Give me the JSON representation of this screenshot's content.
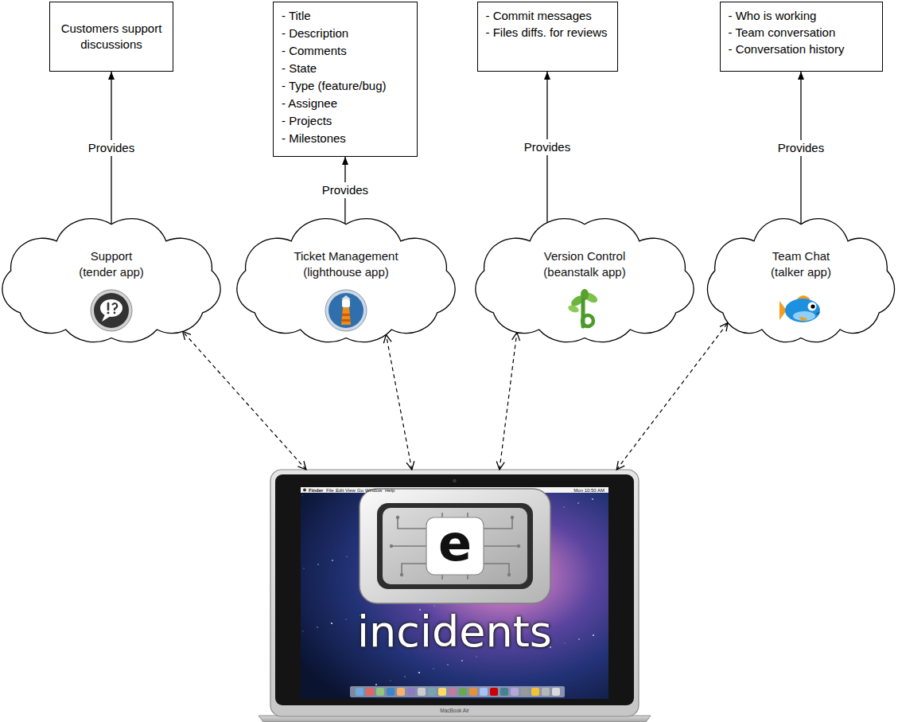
{
  "diagram": {
    "nodes": [
      {
        "text": [
          "Customers support discussions"
        ]
      },
      {
        "text": [
          "- Title",
          "- Description",
          "- Comments",
          "- State",
          "- Type (feature/bug)",
          "- Assignee",
          "- Projects",
          "- Milestones"
        ]
      },
      {
        "text": [
          "- Commit messages",
          "- Files diffs. for reviews"
        ]
      },
      {
        "text": [
          "- Who is working",
          "- Team conversation",
          "- Conversation history"
        ]
      },
      {
        "text": [
          "Support",
          "(tender app)"
        ]
      },
      {
        "text": [
          "Ticket Management",
          "(lighthouse app)"
        ]
      },
      {
        "text": [
          "Version Control",
          "(beanstalk app)"
        ]
      },
      {
        "text": [
          "Team Chat",
          "(talker app)"
        ]
      },
      {
        "text": [
          "incidents"
        ]
      }
    ],
    "edges": [
      {
        "from": 4,
        "to": 0,
        "label": "Provides",
        "arrow": "to"
      },
      {
        "from": 5,
        "to": 1,
        "label": "Provides",
        "arrow": "to"
      },
      {
        "from": 6,
        "to": 2,
        "label": "Provides",
        "arrow": "to"
      },
      {
        "from": 7,
        "to": 3,
        "label": "Provides",
        "arrow": "to"
      },
      {
        "from": 8,
        "to": 4,
        "arrow": "both"
      },
      {
        "from": 8,
        "to": 5,
        "arrow": "both"
      },
      {
        "from": 8,
        "to": 6,
        "arrow": "both"
      },
      {
        "from": 8,
        "to": 7,
        "arrow": "both"
      }
    ],
    "labels": [
      "e",
      "MacBook Air",
      "Finder",
      "File",
      "Edit",
      "View",
      "Go",
      "Window",
      "Help",
      "Mon 10:50 AM"
    ]
  }
}
